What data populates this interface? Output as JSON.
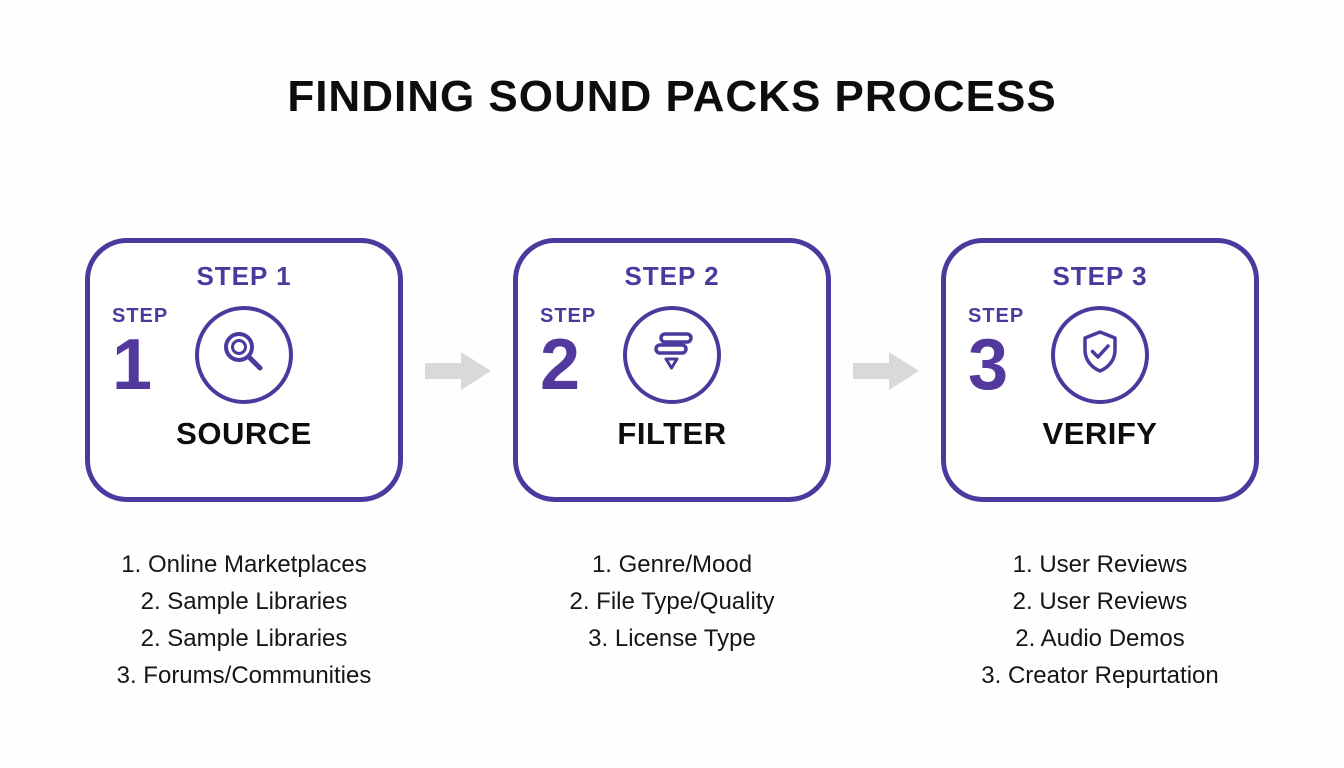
{
  "title": "FINDING SOUND PACKS PROCESS",
  "colors": {
    "accent": "#4a3a9e",
    "number": "#53389e",
    "arrow": "#d9d9d9",
    "text": "#161616",
    "background": "#ffffff"
  },
  "steps": [
    {
      "step_label": "STEP 1",
      "side_label": "STEP",
      "number": "1",
      "icon": "magnifier-icon",
      "name": "SOURCE",
      "items": [
        "1. Online Marketplaces",
        "2. Sample Libraries",
        "2. Sample Libraries",
        "3. Forums/Communities"
      ]
    },
    {
      "step_label": "STEP 2",
      "side_label": "STEP",
      "number": "2",
      "icon": "filter-icon",
      "name": "FILTER",
      "items": [
        "1. Genre/Mood",
        "2. File Type/Quality",
        "3. License Type"
      ]
    },
    {
      "step_label": "STEP 3",
      "side_label": "STEP",
      "number": "3",
      "icon": "shield-check-icon",
      "name": "VERIFY",
      "items": [
        "1. User Reviews",
        "2. User Reviews",
        "2. Audio Demos",
        "3. Creator Repurtation"
      ]
    }
  ]
}
